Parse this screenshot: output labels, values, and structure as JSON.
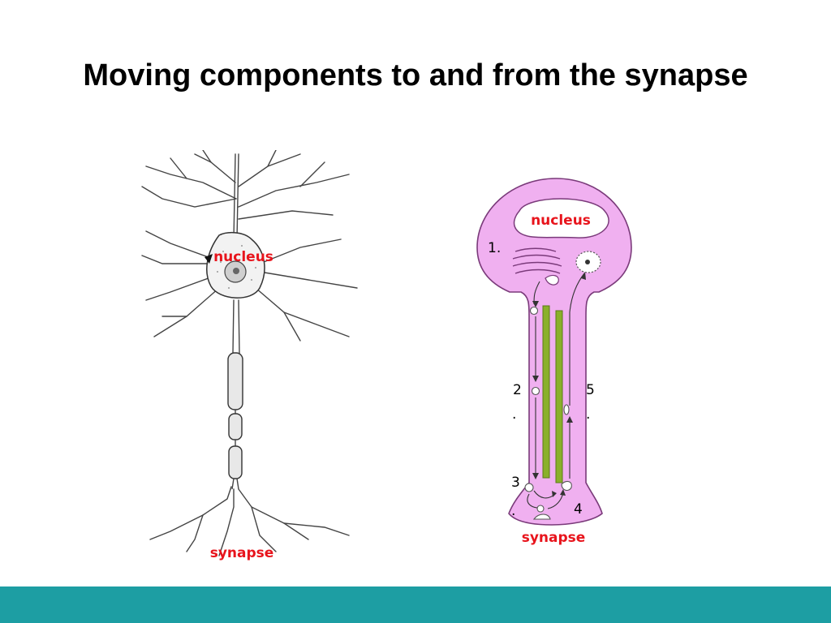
{
  "slide": {
    "title": "Moving components to and from the synapse"
  },
  "neuron_drawing": {
    "nucleus_label": "nucleus",
    "synapse_label": "synapse"
  },
  "transport_diagram": {
    "nucleus_label": "nucleus",
    "synapse_label": "synapse",
    "steps": {
      "s1": "1.",
      "s2_num": "2",
      "s2_dot": ".",
      "s3_num": "3",
      "s3_dot": ".",
      "s4_num": "4",
      "s5_num": "5",
      "s5_dot": "."
    }
  },
  "colors": {
    "label_red": "#e8141c",
    "footer_teal": "#1d9ea3",
    "cell_pink": "#f0b0f0",
    "cell_outline": "#7a3a7a",
    "microtubule_green": "#8ab02a"
  }
}
